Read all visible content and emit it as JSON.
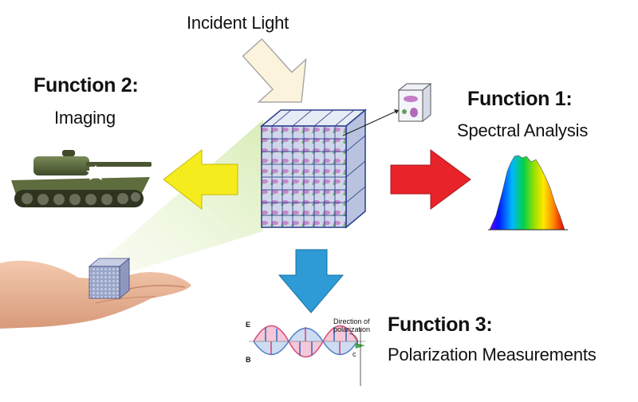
{
  "incident_light": "Incident Light",
  "functions": [
    {
      "title": "Function 1:",
      "subtitle": "Spectral Analysis"
    },
    {
      "title": "Function 2:",
      "subtitle": "Imaging"
    },
    {
      "title": "Function 3:",
      "subtitle": "Polarization Measurements"
    }
  ],
  "polarization_figure": {
    "e_label": "E",
    "b_label": "B",
    "c_label": "c",
    "direction_label_line1": "Direction of",
    "direction_label_line2": "polarization"
  },
  "colors": {
    "arrow_yellow": "#f5ec1e",
    "arrow_red": "#e8232a",
    "arrow_blue": "#2e9bd6",
    "incident_arrow_fill": "#fbf3dc",
    "cube_edge": "#2a3f8c",
    "beam_green": "#cfe8a8"
  }
}
